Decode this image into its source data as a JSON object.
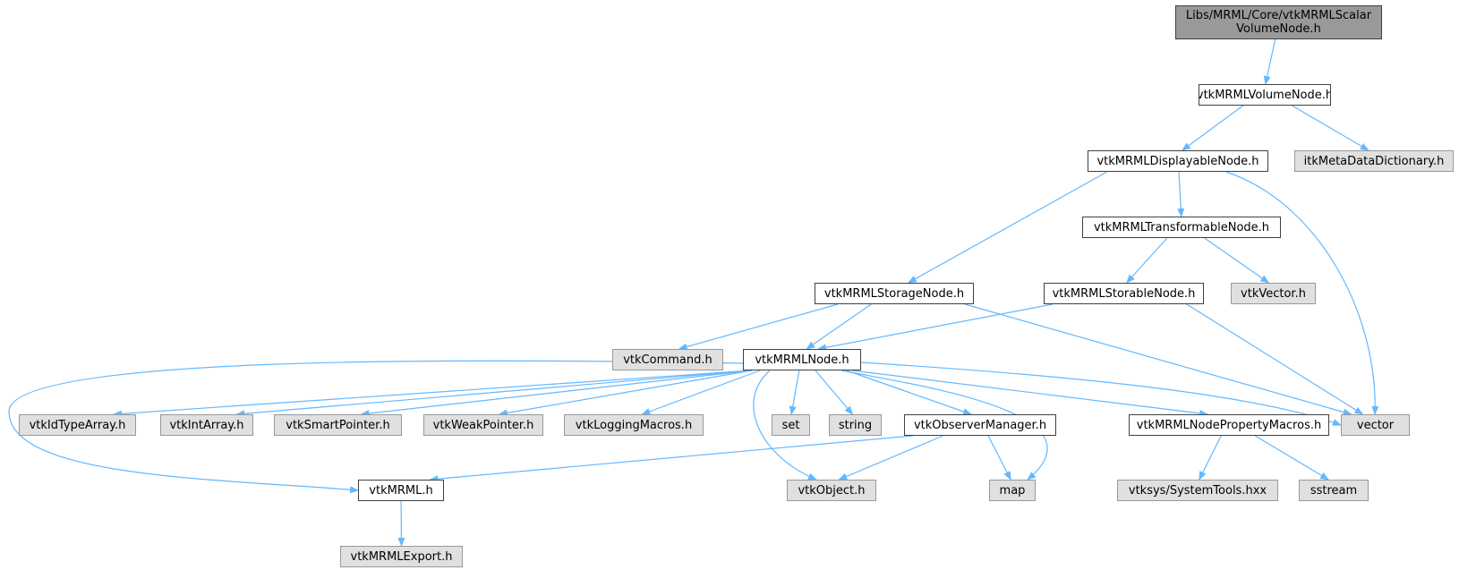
{
  "graph": {
    "edge_color": "#63b8ff",
    "nodes": {
      "root": {
        "label": "Libs/MRML/Core/vtkMRMLScalar\nVolumeNode.h",
        "kind": "root",
        "fill": "#999999"
      },
      "volume": {
        "label": "vtkMRMLVolumeNode.h",
        "kind": "internal",
        "fill": "#ffffff"
      },
      "displayable": {
        "label": "vtkMRMLDisplayableNode.h",
        "kind": "internal",
        "fill": "#ffffff"
      },
      "itkmeta": {
        "label": "itkMetaDataDictionary.h",
        "kind": "external",
        "fill": "#e0e0e0"
      },
      "transformable": {
        "label": "vtkMRMLTransformableNode.h",
        "kind": "internal",
        "fill": "#ffffff"
      },
      "storage": {
        "label": "vtkMRMLStorageNode.h",
        "kind": "internal",
        "fill": "#ffffff"
      },
      "storable": {
        "label": "vtkMRMLStorableNode.h",
        "kind": "internal",
        "fill": "#ffffff"
      },
      "vtkvector": {
        "label": "vtkVector.h",
        "kind": "external",
        "fill": "#e0e0e0"
      },
      "vtkcommand": {
        "label": "vtkCommand.h",
        "kind": "external",
        "fill": "#e0e0e0"
      },
      "mrmlnode": {
        "label": "vtkMRMLNode.h",
        "kind": "internal",
        "fill": "#ffffff"
      },
      "idtype": {
        "label": "vtkIdTypeArray.h",
        "kind": "external",
        "fill": "#e0e0e0"
      },
      "intarray": {
        "label": "vtkIntArray.h",
        "kind": "external",
        "fill": "#e0e0e0"
      },
      "smartptr": {
        "label": "vtkSmartPointer.h",
        "kind": "external",
        "fill": "#e0e0e0"
      },
      "weakptr": {
        "label": "vtkWeakPointer.h",
        "kind": "external",
        "fill": "#e0e0e0"
      },
      "logging": {
        "label": "vtkLoggingMacros.h",
        "kind": "external",
        "fill": "#e0e0e0"
      },
      "set": {
        "label": "set",
        "kind": "external",
        "fill": "#e0e0e0"
      },
      "string": {
        "label": "string",
        "kind": "external",
        "fill": "#e0e0e0"
      },
      "observer": {
        "label": "vtkObserverManager.h",
        "kind": "internal",
        "fill": "#ffffff"
      },
      "propmacros": {
        "label": "vtkMRMLNodePropertyMacros.h",
        "kind": "internal",
        "fill": "#ffffff"
      },
      "vector": {
        "label": "vector",
        "kind": "external",
        "fill": "#e0e0e0"
      },
      "vtkmrml": {
        "label": "vtkMRML.h",
        "kind": "internal",
        "fill": "#ffffff"
      },
      "vtkobject": {
        "label": "vtkObject.h",
        "kind": "external",
        "fill": "#e0e0e0"
      },
      "map": {
        "label": "map",
        "kind": "external",
        "fill": "#e0e0e0"
      },
      "systools": {
        "label": "vtksys/SystemTools.hxx",
        "kind": "external",
        "fill": "#e0e0e0"
      },
      "sstream": {
        "label": "sstream",
        "kind": "external",
        "fill": "#e0e0e0"
      },
      "export": {
        "label": "vtkMRMLExport.h",
        "kind": "external",
        "fill": "#e0e0e0"
      }
    },
    "edges": [
      [
        "root",
        "volume"
      ],
      [
        "volume",
        "displayable"
      ],
      [
        "volume",
        "itkmeta"
      ],
      [
        "displayable",
        "transformable"
      ],
      [
        "displayable",
        "storage"
      ],
      [
        "displayable",
        "vector"
      ],
      [
        "transformable",
        "storable"
      ],
      [
        "transformable",
        "vtkvector"
      ],
      [
        "storage",
        "vtkcommand"
      ],
      [
        "storage",
        "mrmlnode"
      ],
      [
        "storage",
        "vector"
      ],
      [
        "storable",
        "mrmlnode"
      ],
      [
        "storable",
        "vector"
      ],
      [
        "mrmlnode",
        "idtype"
      ],
      [
        "mrmlnode",
        "intarray"
      ],
      [
        "mrmlnode",
        "smartptr"
      ],
      [
        "mrmlnode",
        "weakptr"
      ],
      [
        "mrmlnode",
        "logging"
      ],
      [
        "mrmlnode",
        "set"
      ],
      [
        "mrmlnode",
        "string"
      ],
      [
        "mrmlnode",
        "observer"
      ],
      [
        "mrmlnode",
        "propmacros"
      ],
      [
        "mrmlnode",
        "vector"
      ],
      [
        "mrmlnode",
        "vtkobject"
      ],
      [
        "mrmlnode",
        "map"
      ],
      [
        "mrmlnode",
        "vtkmrml"
      ],
      [
        "observer",
        "vtkmrml"
      ],
      [
        "observer",
        "vtkobject"
      ],
      [
        "observer",
        "map"
      ],
      [
        "propmacros",
        "systools"
      ],
      [
        "propmacros",
        "sstream"
      ],
      [
        "vtkmrml",
        "export"
      ]
    ]
  }
}
